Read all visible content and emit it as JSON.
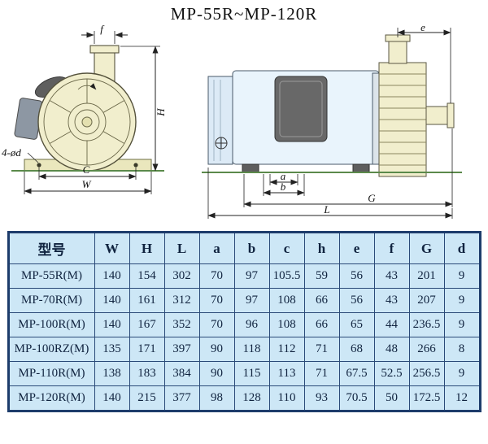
{
  "page": {
    "title": "MP-55R~MP-120R"
  },
  "drawing": {
    "front_labels": {
      "f": "f",
      "H": "H",
      "C": "C",
      "W": "W",
      "holes": "4-ød"
    },
    "side_labels": {
      "e": "e",
      "a": "a",
      "b": "b",
      "G": "G",
      "L": "L"
    }
  },
  "table": {
    "headers": [
      "型号",
      "W",
      "H",
      "L",
      "a",
      "b",
      "c",
      "h",
      "e",
      "f",
      "G",
      "d"
    ],
    "rows": [
      [
        "MP-55R(M)",
        "140",
        "154",
        "302",
        "70",
        "97",
        "105.5",
        "59",
        "56",
        "43",
        "201",
        "9"
      ],
      [
        "MP-70R(M)",
        "140",
        "161",
        "312",
        "70",
        "97",
        "108",
        "66",
        "56",
        "43",
        "207",
        "9"
      ],
      [
        "MP-100R(M)",
        "140",
        "167",
        "352",
        "70",
        "96",
        "108",
        "66",
        "65",
        "44",
        "236.5",
        "9"
      ],
      [
        "MP-100RZ(M)",
        "135",
        "171",
        "397",
        "90",
        "118",
        "112",
        "71",
        "68",
        "48",
        "266",
        "8"
      ],
      [
        "MP-110R(M)",
        "138",
        "183",
        "384",
        "90",
        "115",
        "113",
        "71",
        "67.5",
        "52.5",
        "256.5",
        "9"
      ],
      [
        "MP-120R(M)",
        "140",
        "215",
        "377",
        "98",
        "128",
        "110",
        "93",
        "70.5",
        "50",
        "172.5",
        "12"
      ]
    ]
  },
  "colors": {
    "table_bg": "#cde7f6",
    "table_border": "#1d3c6b",
    "table_text": "#10233f",
    "pump_head_yellow": "#f1eecd",
    "motor_body_blue": "#e9f4fc",
    "dark_metal": "#5e5e5e",
    "ground_line_green": "#5b8a4b"
  }
}
